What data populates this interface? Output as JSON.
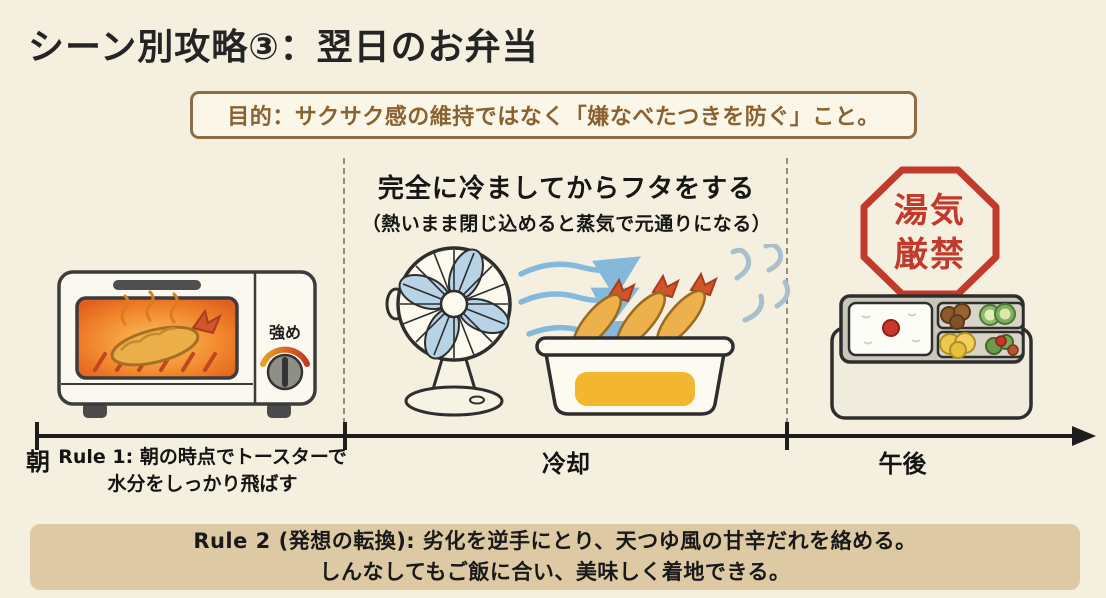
{
  "page": {
    "title": "シーン別攻略③：翌日のお弁当",
    "background_color": "#f4efdf"
  },
  "purpose_box": {
    "text": "目的：サクサク感の維持ではなく「嫌なべたつきを防ぐ」こと。",
    "border_color": "#8f6c44",
    "text_color": "#8a6232"
  },
  "cooling_section": {
    "heading": "完全に冷ましてからフタをする",
    "subheading": "（熱いまま閉じ込めると蒸気で元通りになる）"
  },
  "steam_badge": {
    "line1": "湯気",
    "line2": "厳禁",
    "color": "#c13a2c",
    "shape": "octagon-stop-sign"
  },
  "toaster": {
    "dial_label": "強め"
  },
  "timeline": {
    "start_label": "朝",
    "middle_label": "冷却",
    "end_label": "午後",
    "rule1_line1": "Rule 1: 朝の時点でトースターで",
    "rule1_line2": "水分をしっかり飛ばす"
  },
  "rule2_box": {
    "line1": "Rule 2 (発想の転換): 劣化を逆手にとり、天つゆ風の甘辛だれを絡める。",
    "line2": "しんなしてもご飯に合い、美味しく着地できる。",
    "background_color": "#ddcaa4"
  },
  "icons": {
    "toaster": "toaster-oven-with-shrimp-tempura",
    "fan": "electric-fan",
    "wind": "wind-arrows",
    "container": "container-with-shrimp-tempura",
    "steam": "steam-swirls",
    "bento": "bento-box"
  },
  "accent_colors": {
    "wind_blue": "#85b9dc",
    "badge_red": "#c13a2c",
    "heat_orange": "#f07a28"
  }
}
